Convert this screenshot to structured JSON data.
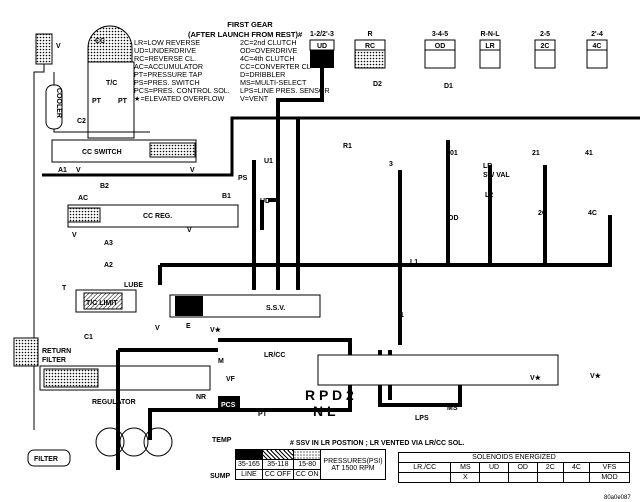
{
  "title": "FIRST GEAR",
  "subtitle": "(AFTER LAUNCH FROM REST)#",
  "legend_left": [
    "LR=LOW REVERSE",
    "UD=UNDERDRIVE",
    "RC=REVERSE CL.",
    "AC=ACCUMULATOR",
    "PT=PRESSURE TAP",
    "PS=PRES. SWITCH",
    "PCS=PRES. CONTROL SOL.",
    "★=ELEVATED OVERFLOW"
  ],
  "legend_right": [
    "2C=2nd CLUTCH",
    "OD=OVERDRIVE",
    "4C=4th CLUTCH",
    "CC=CONVERTER CL",
    "D=DRIBBLER",
    "MS=MULTI-SELECT",
    "LPS=LINE PRES. SENSOR",
    "V=VENT"
  ],
  "clutches": [
    {
      "gear": "1-2/2'-3",
      "name": "UD"
    },
    {
      "gear": "R",
      "name": "RC"
    },
    {
      "gear": "3-4-5",
      "name": "OD"
    },
    {
      "gear": "R-N-L",
      "name": "LR"
    },
    {
      "gear": "2-5",
      "name": "2C"
    },
    {
      "gear": "2'-4",
      "name": "4C"
    }
  ],
  "labels": {
    "cc": "CC",
    "tc": "T/C",
    "pt": "PT",
    "cooler": "COOLER",
    "v": "V",
    "c2": "C2",
    "cc_switch": "CC SWITCH",
    "a1": "A1",
    "b2": "B2",
    "ac": "AC",
    "cc_reg": "CC REG.",
    "b1": "B1",
    "a3": "A3",
    "a2": "A2",
    "lube": "LUBE",
    "t": "T",
    "tc_limit": "T/C LIMIT",
    "c1": "C1",
    "return_filter_1": "RETURN",
    "return_filter_2": "FILTER",
    "regulator": "REGULATOR",
    "nr": "NR",
    "m": "M",
    "vf": "VF",
    "pcs": "PCS",
    "e": "E",
    "ssv": "S.S.V.",
    "lrcc": "LR/CC",
    "u1": "U1",
    "ps": "PS",
    "ud": "UD",
    "r1": "R1",
    "d1": "D1",
    "d2": "D2",
    "l1": "L1",
    "l2": "L2",
    "lr_sw_val_1": "LR",
    "lr_sw_val_2": "SW VAL",
    "od": "OD",
    "c2b": "2C",
    "c4": "4C",
    "n21": "21",
    "n41": "41",
    "n01": "01",
    "n1": "1",
    "n2": "2",
    "n3": "3",
    "ms": "MS",
    "lps": "LPS",
    "temp": "TEMP",
    "sump": "SUMP",
    "filter": "FILTER",
    "vstar": "V★",
    "prndl_top": "R  P  D  2",
    "prndl_bottom": "N     L"
  },
  "footnote": "# SSV IN LR POSTION ; LR VENTED VIA LR/CC SOL.",
  "pressure_key": {
    "ranges": [
      "35-165",
      "35-118",
      "15-80"
    ],
    "names": [
      "LINE",
      "CC OFF",
      "CC ON"
    ],
    "caption_1": "PRESSURES(PSI)",
    "caption_2": "AT 1500 RPM"
  },
  "solenoids": {
    "header": "SOLENOIDS ENERGIZED",
    "columns": [
      "LR./CC",
      "MS",
      "UD",
      "OD",
      "2C",
      "4C",
      "VFS"
    ],
    "values": [
      "",
      "X",
      "",
      "",
      "",
      "",
      "MOD"
    ]
  },
  "figure_id": "80a0e087"
}
